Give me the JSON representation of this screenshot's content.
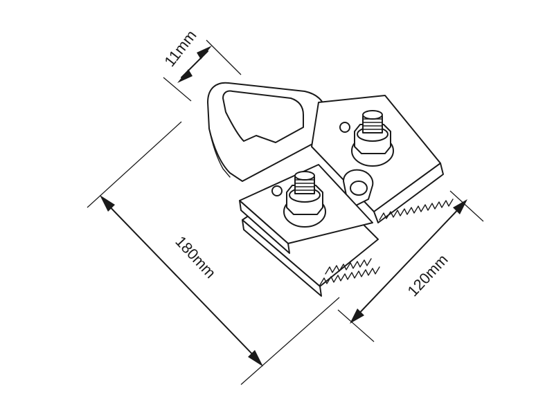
{
  "dimensions": {
    "width_label": "11mm",
    "height_label": "180mm",
    "length_label": "120mm"
  },
  "colors": {
    "line": "#1a1a1a",
    "background": "#ffffff"
  }
}
